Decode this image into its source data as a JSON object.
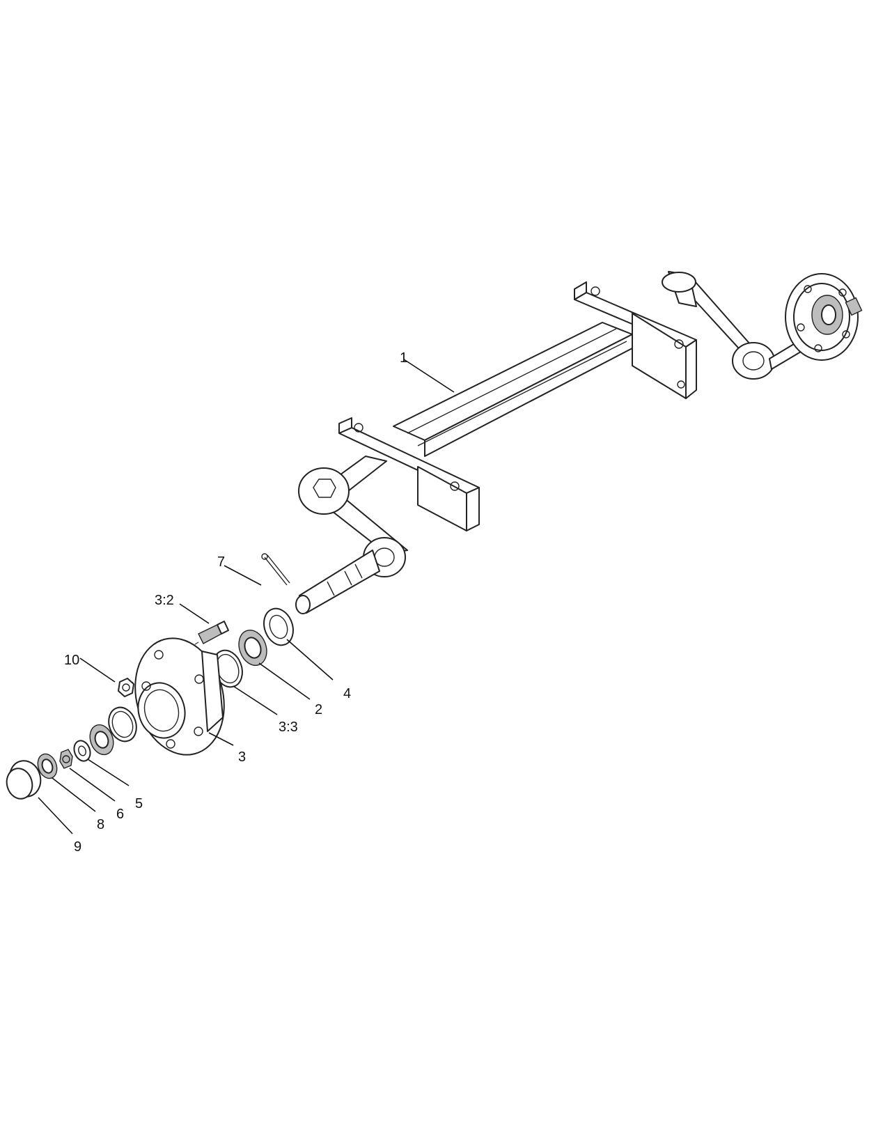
{
  "callouts": [
    {
      "id": "1",
      "label": "1"
    },
    {
      "id": "2",
      "label": "2"
    },
    {
      "id": "3",
      "label": "3"
    },
    {
      "id": "3-2",
      "label": "3:2"
    },
    {
      "id": "3-3",
      "label": "3:3"
    },
    {
      "id": "4",
      "label": "4"
    },
    {
      "id": "5",
      "label": "5"
    },
    {
      "id": "6",
      "label": "6"
    },
    {
      "id": "7",
      "label": "7"
    },
    {
      "id": "8",
      "label": "8"
    },
    {
      "id": "9",
      "label": "9"
    },
    {
      "id": "10",
      "label": "10"
    }
  ],
  "colors": {
    "line": "#222222",
    "background": "#ffffff",
    "shading": "#bdbdbd"
  }
}
